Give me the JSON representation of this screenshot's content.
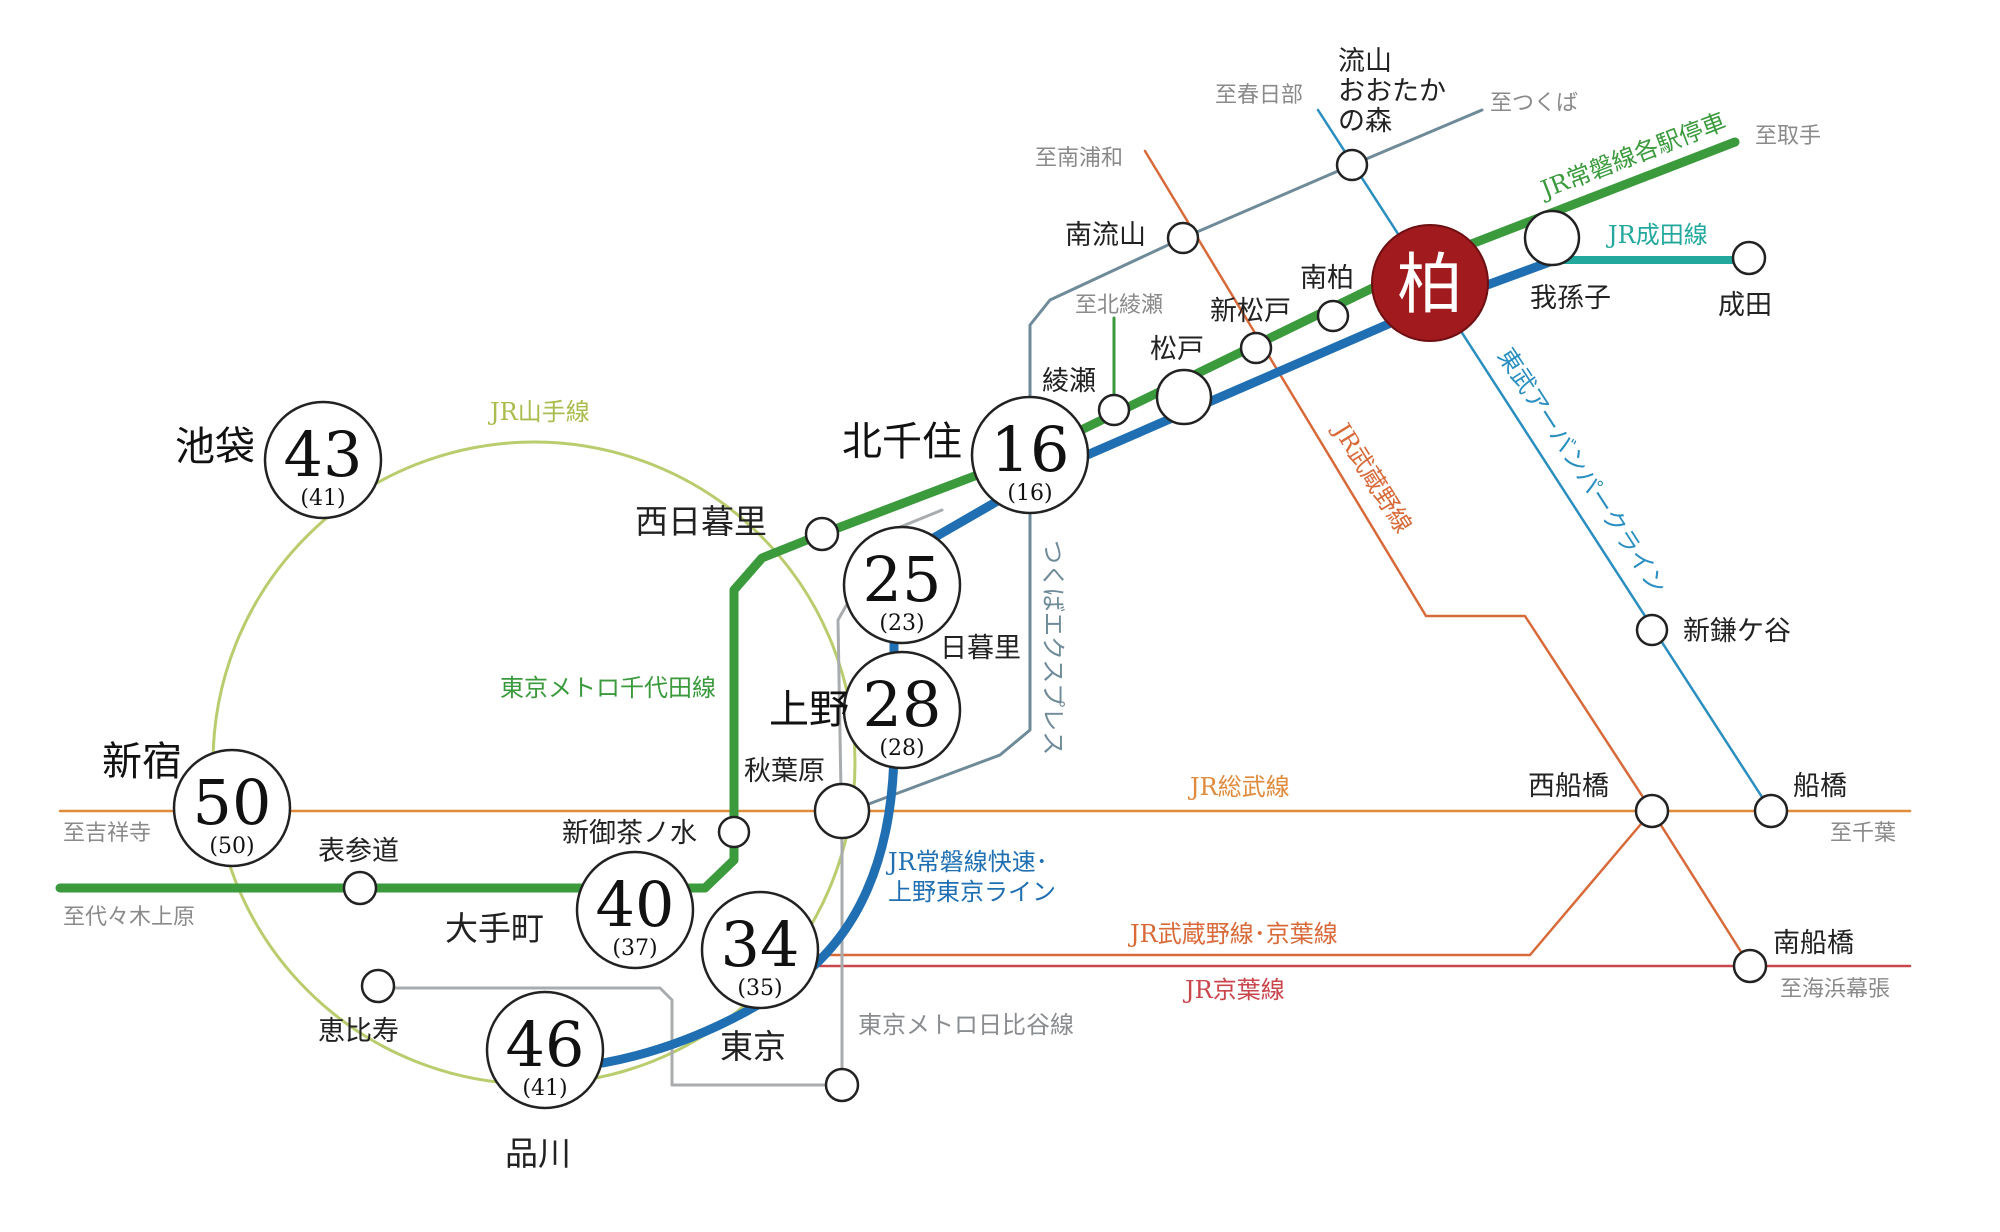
{
  "colors": {
    "chiyoda": "#3a9a3c",
    "joban_local": "#3a9a3c",
    "joban_rapid": "#1f6fb2",
    "yamanote": "#b9cd6e",
    "sobu": "#e08a3c",
    "musashino": "#d86a3a",
    "keiyo": "#c8464c",
    "tobu": "#2a8fc0",
    "tsukuba": "#6f8a98",
    "hibiya": "#a9acae",
    "narita": "#23a89e",
    "hub": "#a01a1e"
  },
  "hub": {
    "name": "柏"
  },
  "lines": {
    "joban_local": "JR常磐線各駅停車",
    "narita": "JR成田線",
    "yamanote": "JR山手線",
    "chiyoda": "東京メトロ千代田線",
    "tobu": "東武アーバンパークライン",
    "musashino": "JR武蔵野線",
    "tsukuba": "つくばエクスプレス",
    "sobu": "JR総武線",
    "joban_rapid_1": "JR常磐線快速･",
    "joban_rapid_2": "上野東京ライン",
    "musashino_keiyo": "JR武蔵野線･京葉線",
    "keiyo": "JR京葉線",
    "hibiya": "東京メトロ日比谷線"
  },
  "destinations": {
    "kasukabe": "至春日部",
    "tsukuba": "至つくば",
    "toride": "至取手",
    "minamiurawa": "至南浦和",
    "kitaayase": "至北綾瀬",
    "kichijoji": "至吉祥寺",
    "yoyogiuehara": "至代々木上原",
    "chiba": "至千葉",
    "kaihinmakuhari": "至海浜幕張"
  },
  "stations": {
    "nagareyama_otaka_1": "流山",
    "nagareyama_otaka_2": "おおたか",
    "nagareyama_otaka_3": "の森",
    "minaminagareyama": "南流山",
    "minamikashiwa": "南柏",
    "shinmatsudo": "新松戸",
    "matsudo": "松戸",
    "ayase": "綾瀬",
    "abiko": "我孫子",
    "narita": "成田",
    "shinkamagaya": "新鎌ケ谷",
    "funabashi": "船橋",
    "nishifunabashi": "西船橋",
    "minamifunabashi": "南船橋",
    "kitasenju": "北千住",
    "nishinippori": "西日暮里",
    "nippori": "日暮里",
    "ueno": "上野",
    "akihabara": "秋葉原",
    "shinochanomizu": "新御茶ノ水",
    "otemachi": "大手町",
    "tokyo": "東京",
    "shinagawa": "品川",
    "ebisu": "恵比寿",
    "omotesando": "表参道",
    "shinjuku": "新宿",
    "ikebukuro": "池袋"
  },
  "minutes": {
    "ikebukuro": {
      "main": "43",
      "sub": "(41)"
    },
    "kitasenju": {
      "main": "16",
      "sub": "(16)"
    },
    "nippori": {
      "main": "25",
      "sub": "(23)"
    },
    "ueno": {
      "main": "28",
      "sub": "(28)"
    },
    "shinjuku": {
      "main": "50",
      "sub": "(50)"
    },
    "otemachi": {
      "main": "40",
      "sub": "(37)"
    },
    "tokyo": {
      "main": "34",
      "sub": "(35)"
    },
    "shinagawa": {
      "main": "46",
      "sub": "(41)"
    }
  }
}
